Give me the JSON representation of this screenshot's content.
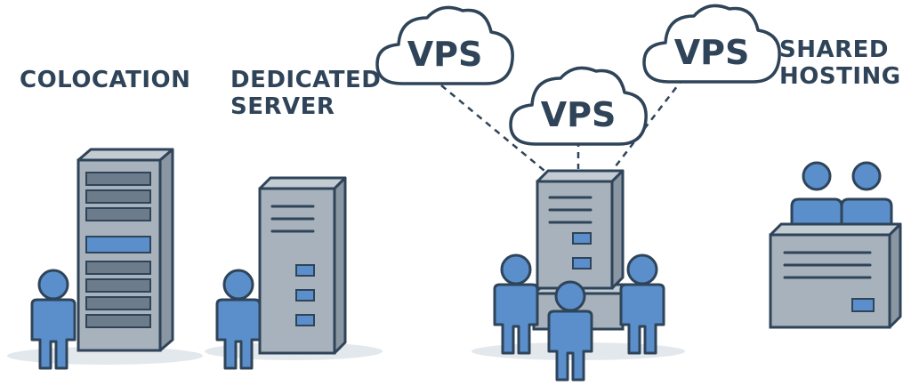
{
  "labels": {
    "colocation": "COLOCATION",
    "dedicated_line1": "DEDICATED",
    "dedicated_line2": "SERVER",
    "shared_line1": "SHARED",
    "shared_line2": "HOSTING"
  },
  "clouds": [
    "VPS",
    "VPS",
    "VPS"
  ],
  "colors": {
    "outline": "#2f4459",
    "person": "#5a8fcb",
    "server_body": "#a8b2bc",
    "server_side": "#8a96a2",
    "rack_slot": "#6d7c8a",
    "highlight": "#5a8fcb",
    "shadow": "#d4dae0"
  },
  "icons": [
    "person-icon",
    "server-rack-icon",
    "server-tower-icon",
    "cloud-icon",
    "shared-hosting-box-icon"
  ]
}
